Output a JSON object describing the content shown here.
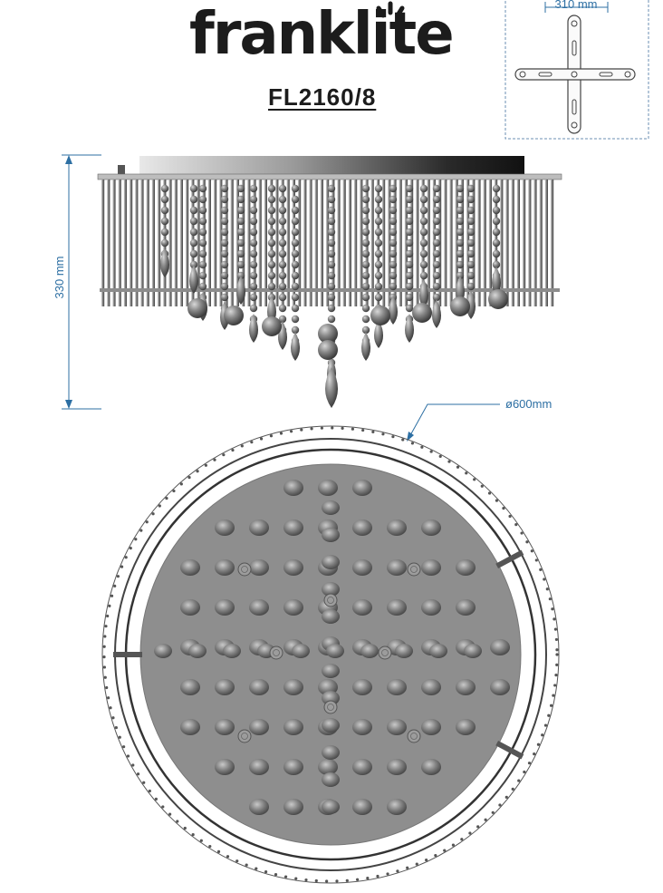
{
  "brand": {
    "name": "franklite"
  },
  "product": {
    "model": "FL2160/8"
  },
  "dimensions": {
    "bracket_width": "310 mm",
    "height": "330 mm",
    "diameter": "ø600mm"
  },
  "colors": {
    "dimension_line": "#2d6fa3",
    "drawing": "#3a3a3a",
    "plate": "#8e8e8e",
    "crystal": "#6f6f6f"
  }
}
